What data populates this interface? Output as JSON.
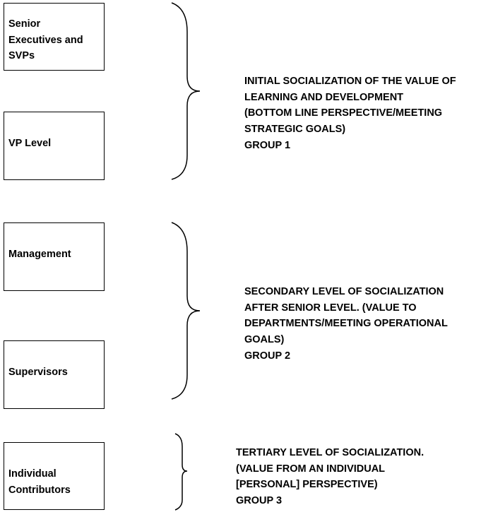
{
  "boxes": [
    {
      "label_lines": [
        "Senior",
        "Executives and",
        "SVPs"
      ]
    },
    {
      "label_lines": [
        "VP Level"
      ]
    },
    {
      "label_lines": [
        "Management"
      ]
    },
    {
      "label_lines": [
        "Supervisors"
      ]
    },
    {
      "label_lines": [
        "Individual",
        "Contributors"
      ]
    }
  ],
  "groups": [
    {
      "lines": [
        "INITIAL SOCIALIZATION OF THE VALUE OF",
        "LEARNING AND DEVELOPMENT",
        "(BOTTOM LINE PERSPECTIVE/MEETING",
        "STRATEGIC GOALS)",
        "GROUP 1"
      ]
    },
    {
      "lines": [
        "SECONDARY LEVEL OF SOCIALIZATION",
        "AFTER SENIOR LEVEL. (VALUE TO",
        "DEPARTMENTS/MEETING OPERATIONAL",
        "GOALS)",
        "GROUP 2"
      ]
    },
    {
      "lines": [
        "TERTIARY LEVEL OF SOCIALIZATION.",
        "(VALUE FROM AN INDIVIDUAL",
        "[PERSONAL] PERSPECTIVE)",
        "GROUP 3"
      ]
    }
  ]
}
